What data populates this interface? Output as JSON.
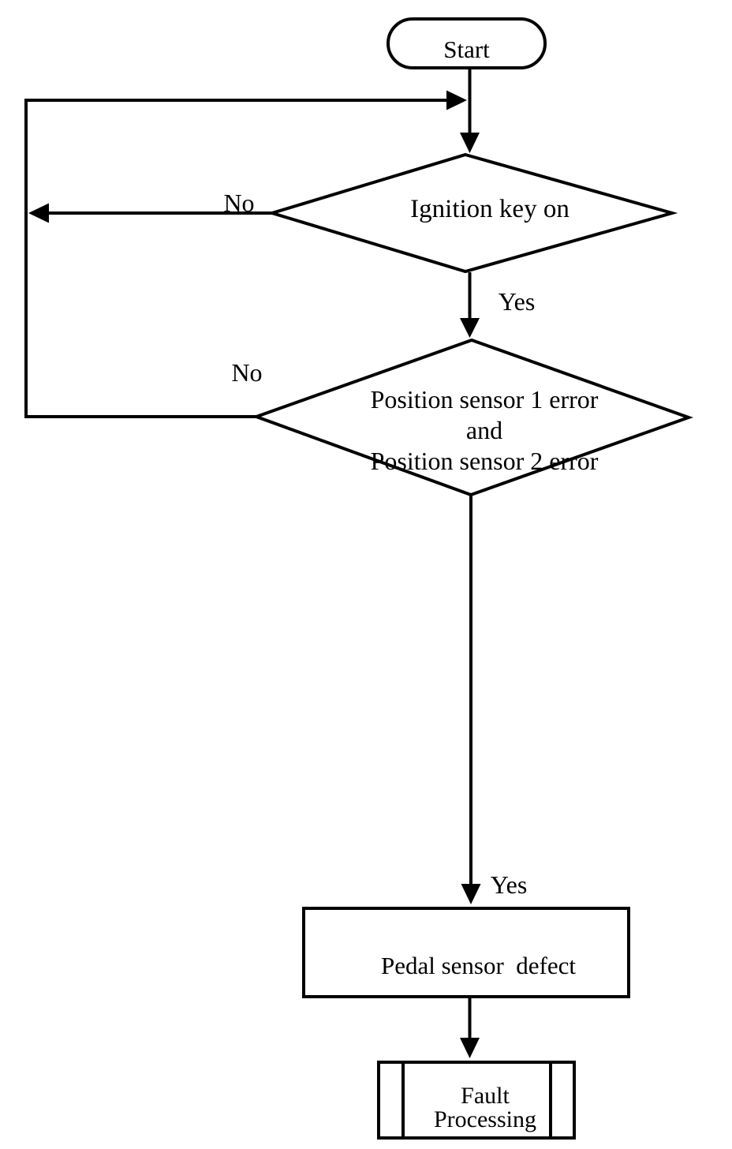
{
  "flowchart": {
    "background": "#ffffff",
    "line_color": "#000000",
    "text_color": "#000000",
    "nodes": {
      "start": {
        "type": "terminator",
        "label": "Start"
      },
      "ignition_decision": {
        "type": "decision",
        "label": "Ignition key on"
      },
      "sensor_decision": {
        "type": "decision",
        "label_lines": [
          "Position sensor 1 error",
          "and",
          "Position sensor 2 error"
        ]
      },
      "pedal_defect": {
        "type": "process",
        "label": "Pedal sensor  defect"
      },
      "fault_processing": {
        "type": "predefined_process",
        "label_lines": [
          "Fault",
          "Processing"
        ]
      }
    },
    "edge_labels": {
      "ignition_no": "No",
      "ignition_yes": "Yes",
      "sensor_no": "No",
      "sensor_yes": "Yes"
    },
    "edges": [
      {
        "from": "start",
        "to": "ignition_decision",
        "label": ""
      },
      {
        "from": "ignition_decision",
        "to": "loop_back_to_top",
        "label": "No"
      },
      {
        "from": "ignition_decision",
        "to": "sensor_decision",
        "label": "Yes"
      },
      {
        "from": "sensor_decision",
        "to": "loop_back_to_top",
        "label": "No"
      },
      {
        "from": "sensor_decision",
        "to": "pedal_defect",
        "label": "Yes"
      },
      {
        "from": "pedal_defect",
        "to": "fault_processing",
        "label": ""
      }
    ]
  }
}
